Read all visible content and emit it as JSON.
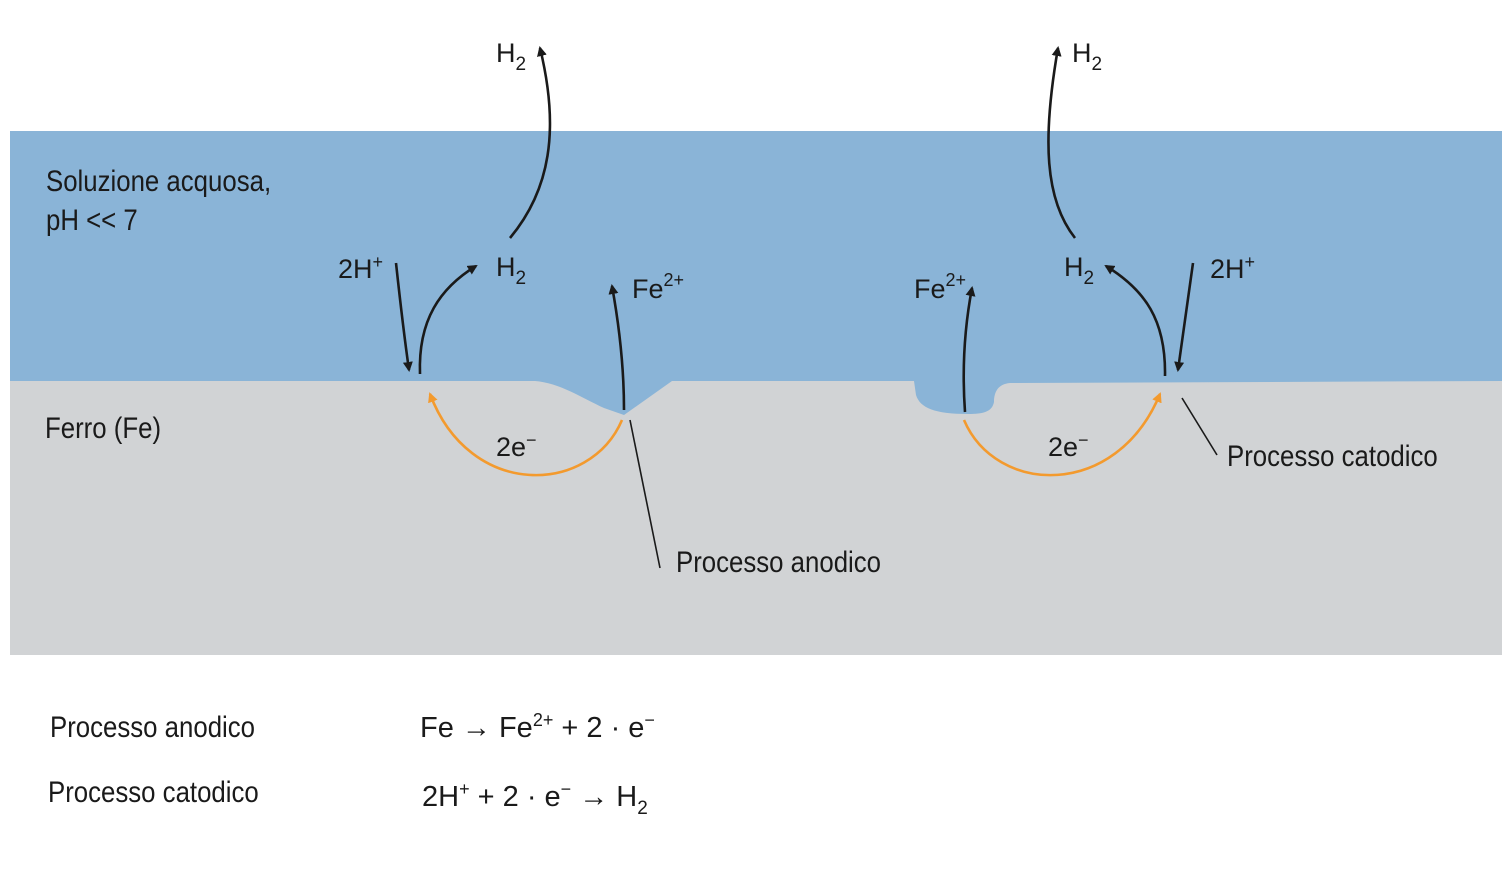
{
  "labels": {
    "solution_line1": "Soluzione acquosa,",
    "solution_line2": "pH << 7",
    "metal": "Ferro (Fe)",
    "anodic_label": "Processo anodico",
    "cathodic_label": "Processo catodico",
    "h2_main": "H",
    "h2_sub": "2",
    "h_plus_main": "2H",
    "h_plus_sup": "+",
    "fe_main": "Fe",
    "fe_sup": "2+",
    "electrons_main": "2e",
    "electrons_sup": "−"
  },
  "equations": {
    "anodic_name": "Processo anodico",
    "anodic_formula": "Fe → Fe",
    "anodic_formula_sup": "2+",
    "anodic_formula_rest": " + 2 · e",
    "anodic_formula_end_sup": "−",
    "cathodic_name": "Processo catodico",
    "cathodic_formula": "2H",
    "cathodic_formula_sup": "+",
    "cathodic_formula_mid": " + 2 · e",
    "cathodic_formula_mid_sup": "−",
    "cathodic_formula_rest": " → H",
    "cathodic_formula_sub": "2"
  },
  "colors": {
    "solution": "#8ab4d7",
    "metal": "#d1d3d5",
    "electron_arrow": "#f39a2e",
    "ion_arrow": "#1a1a1a"
  }
}
